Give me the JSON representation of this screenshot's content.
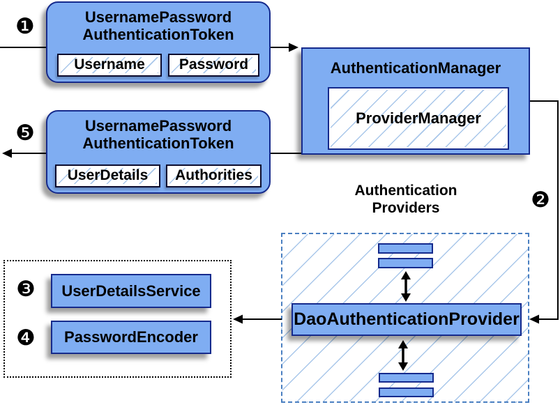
{
  "badges": {
    "step1": "❶",
    "step2": "❷",
    "step3": "❸",
    "step4": "❹",
    "step5": "❺"
  },
  "nodes": {
    "request_token": {
      "title_line1": "UsernamePassword",
      "title_line2": "AuthenticationToken",
      "field1": "Username",
      "field2": "Password"
    },
    "authentication_manager": {
      "title": "AuthenticationManager",
      "inner": "ProviderManager"
    },
    "response_token": {
      "title_line1": "UsernamePassword",
      "title_line2": "AuthenticationToken",
      "field1": "UserDetails",
      "field2": "Authorities"
    },
    "providers_group": {
      "label_line1": "Authentication",
      "label_line2": "Providers"
    },
    "dao_provider": {
      "label": "DaoAuthenticationProvider"
    },
    "user_details_service": {
      "label": "UserDetailsService"
    },
    "password_encoder": {
      "label": "PasswordEncoder"
    }
  },
  "colors": {
    "box_fill": "#7fadf2",
    "box_border": "#152a8c",
    "hatch": "#a9c7ea",
    "dashed_border": "#4a7fc1",
    "line": "#000000"
  }
}
